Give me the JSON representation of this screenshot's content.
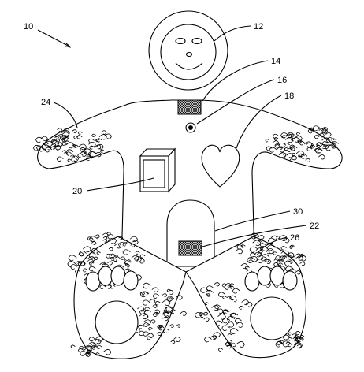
{
  "labels": {
    "figure": "10",
    "head": "12",
    "speaker_grille": "14",
    "button": "16",
    "heart": "18",
    "box": "20",
    "lower_grille": "22",
    "arm_fur": "24",
    "leg_fur": "26",
    "door": "30"
  }
}
